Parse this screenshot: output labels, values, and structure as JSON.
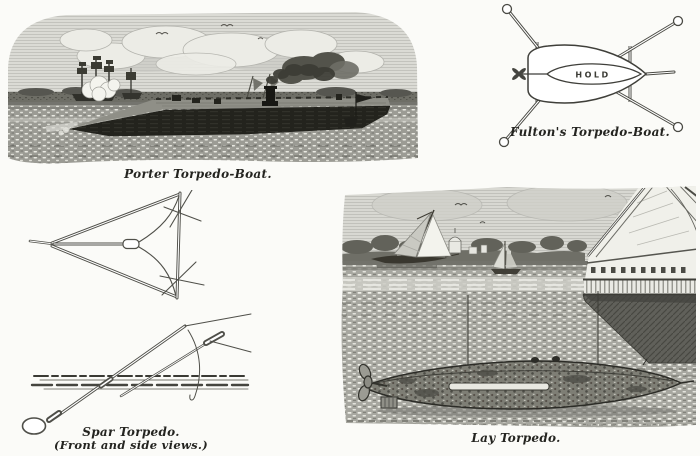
{
  "page": {
    "kind": "engraved book plate of torpedo boats",
    "colors": {
      "paper": "#fbfbf8",
      "ink": "#2a2a24"
    }
  },
  "figures": {
    "porter": {
      "caption": "Porter Torpedo-Boat."
    },
    "fulton": {
      "caption": "Fulton's Torpedo-Boat.",
      "hull_label": "HOLD"
    },
    "spar": {
      "caption": "Spar Torpedo.",
      "subcaption": "(Front and side views.)"
    },
    "lay": {
      "caption": "Lay Torpedo."
    }
  }
}
